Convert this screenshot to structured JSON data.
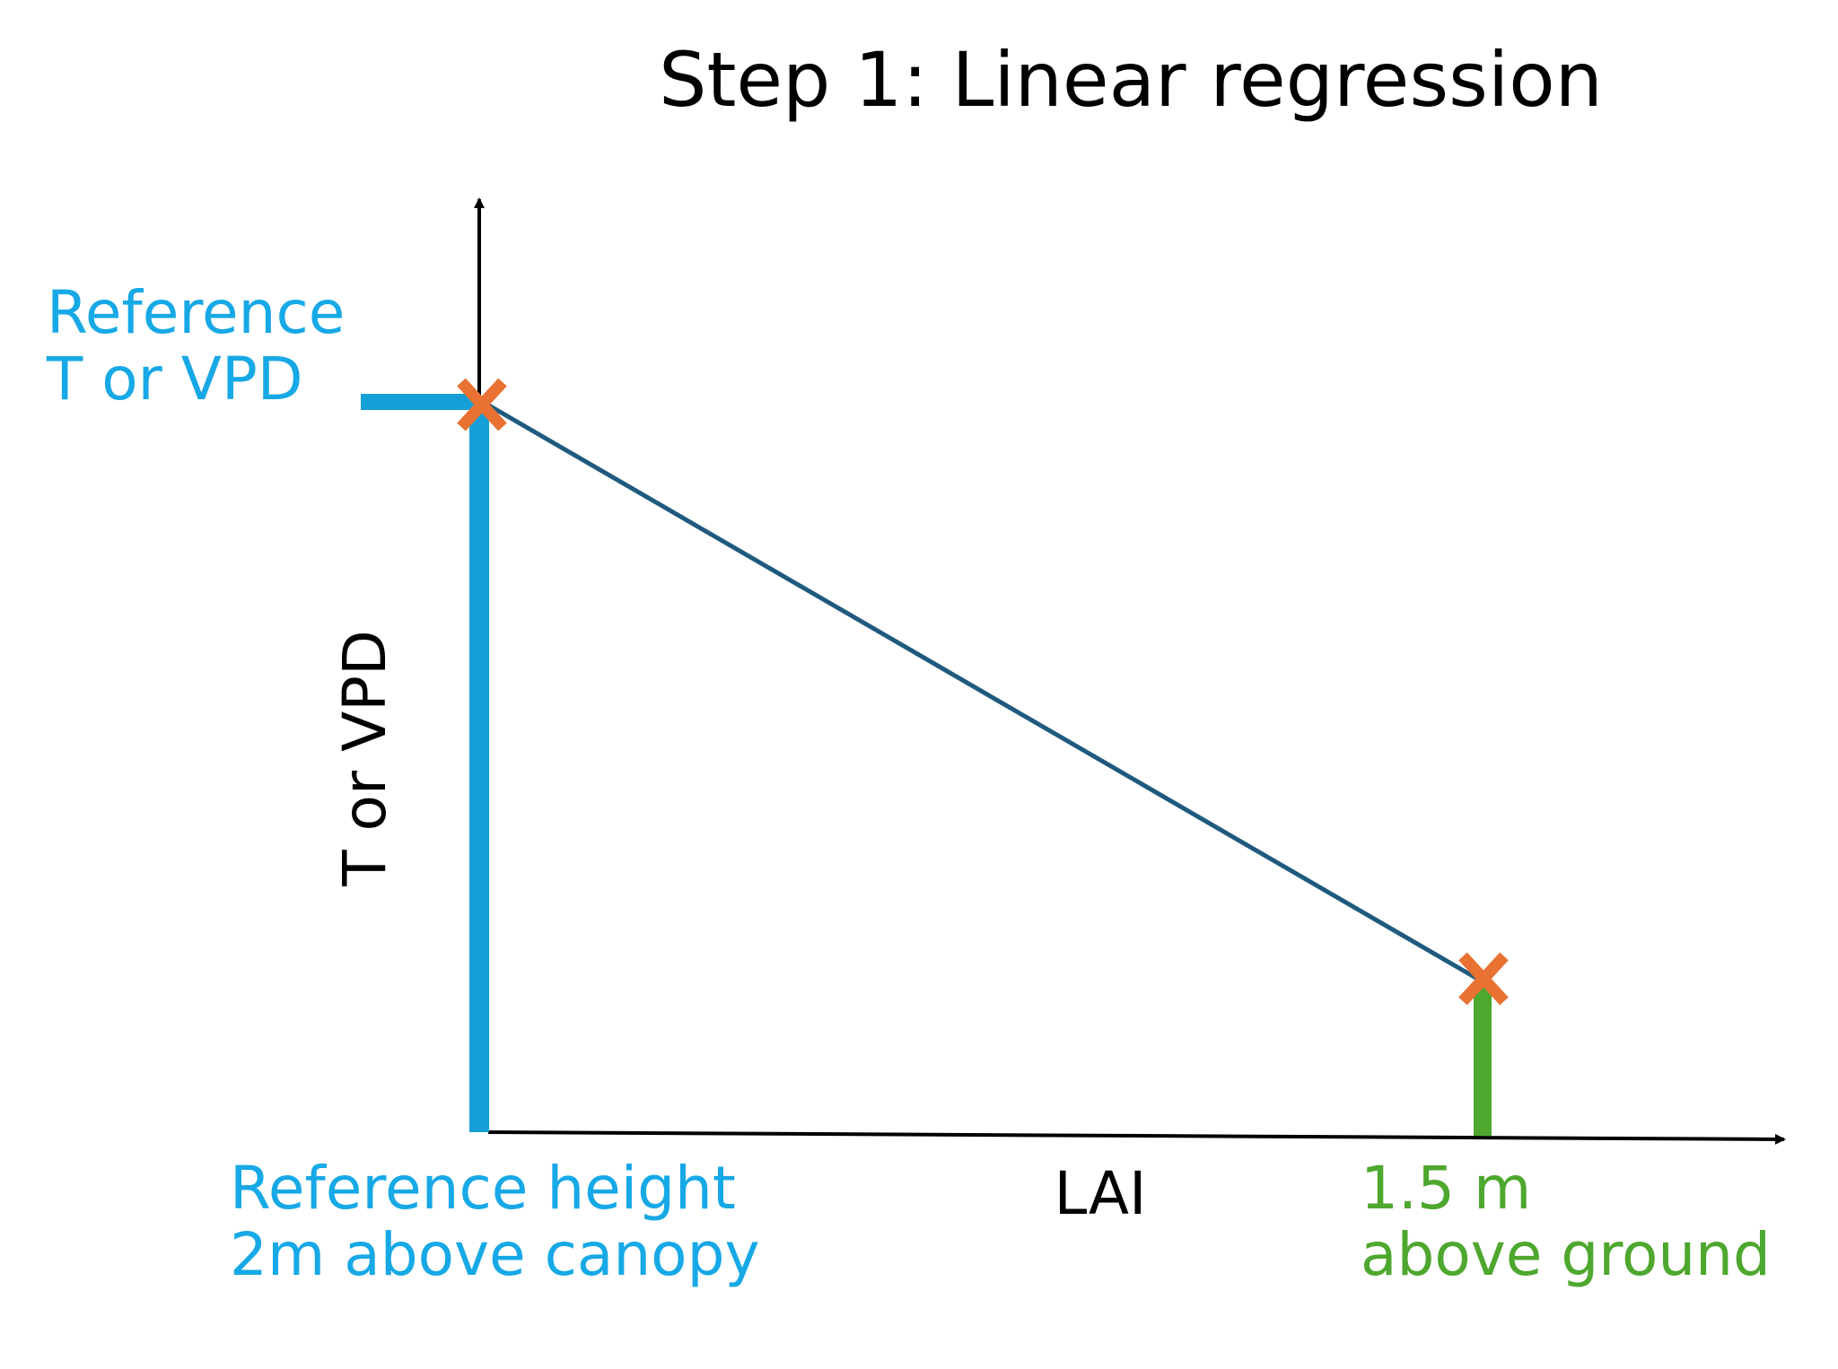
{
  "title": "Step 1: Linear regression",
  "axes": {
    "x_label": "LAI",
    "y_label": "T or VPD"
  },
  "reference_value": {
    "line1": "Reference",
    "line2": "T or VPD"
  },
  "reference_height": {
    "line1": "Reference height",
    "line2": "2m above canopy"
  },
  "ground_height": {
    "line1": "1.5 m",
    "line2": "above ground"
  },
  "points": [
    {
      "name": "reference-point",
      "marker": "x"
    },
    {
      "name": "ground-point",
      "marker": "x"
    }
  ],
  "colors": {
    "reference": "#159fd6",
    "reference_text": "#17a8e6",
    "ground": "#4ea72e",
    "marker": "#e97132",
    "regression_line": "#1f5a7e",
    "axis": "#000000"
  }
}
